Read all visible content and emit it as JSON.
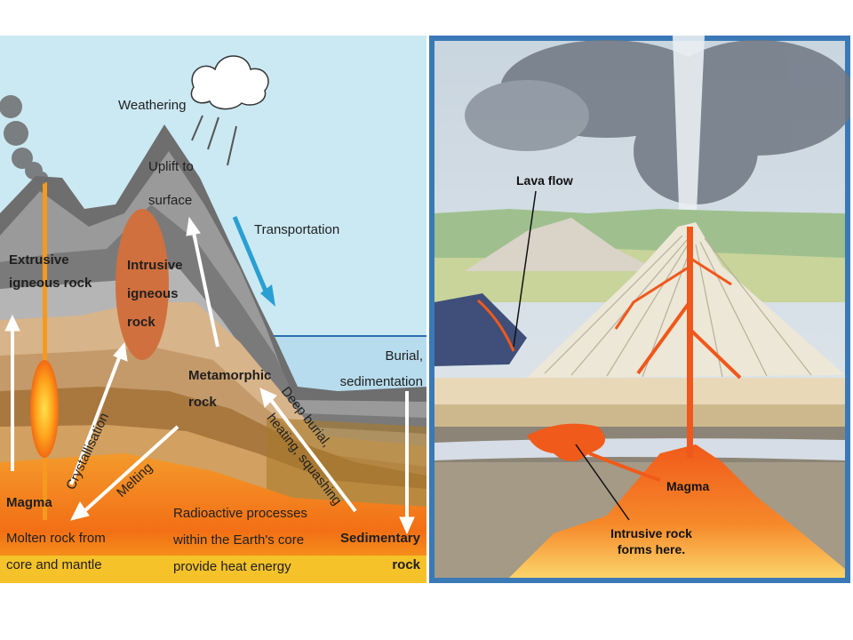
{
  "left_diagram": {
    "weathering": "Weathering",
    "uplift": [
      "Uplift to",
      "surface"
    ],
    "transportation": "Transportation",
    "extrusive": [
      "Extrusive",
      "igneous rock"
    ],
    "intrusive": [
      "Intrusive",
      "igneous",
      "rock"
    ],
    "metamorphic": [
      "Metamorphic",
      "rock"
    ],
    "burial": [
      "Burial,",
      "sedimentation"
    ],
    "deep_burial": [
      "Deep burial,",
      "heating, squashing"
    ],
    "crystallisation": "Crystallisation",
    "melting": "Melting",
    "magma": "Magma",
    "molten": [
      "Molten rock from",
      "core and mantle"
    ],
    "radioactive": [
      "Radioactive processes",
      "within the Earth's core",
      "provide heat energy"
    ],
    "sedimentary": [
      "Sedimentary",
      "rock"
    ]
  },
  "right_diagram": {
    "lava_flow": "Lava flow",
    "magma": "Magma",
    "intrusive": [
      "Intrusive rock",
      "forms here."
    ]
  },
  "colors": {
    "sky": "#cbe9f3",
    "sea": "#b7dced",
    "magma": "#f08a1e",
    "arrow_blue": "#2a9fd2",
    "frame_blue": "#3a79b6"
  }
}
